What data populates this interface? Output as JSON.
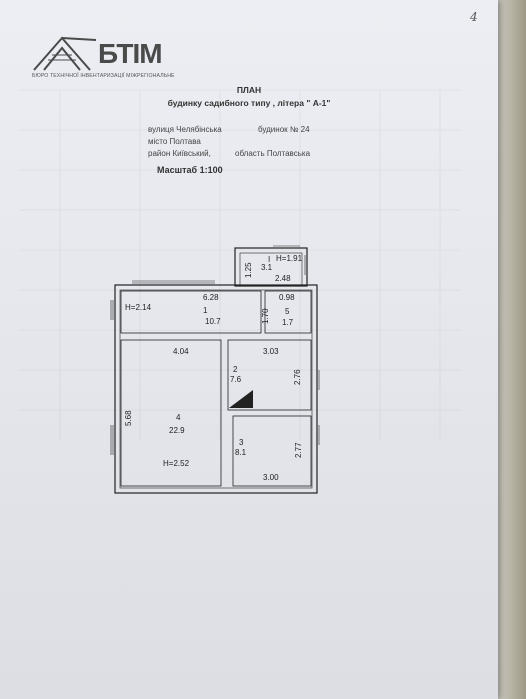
{
  "page_number": "4",
  "logo": {
    "name": "БТІМ",
    "subtitle": "БЮРО ТЕХНІЧНОЇ ІНВЕНТАРИЗАЦІЇ МІЖРЕГІОНАЛЬНЕ"
  },
  "header": {
    "title": "ПЛАН",
    "subtitle": "будинку садибного типу , літера \" А-1\""
  },
  "address": {
    "street": "вулиця Челябінська",
    "building": "будинок № 24",
    "city": "місто Полтава",
    "district": "район Київський,",
    "region": "область Полтавська"
  },
  "scale": "Масштаб 1:100",
  "plan": {
    "rooms": [
      {
        "number": "1",
        "area": "10.7"
      },
      {
        "number": "2",
        "area": "7.6"
      },
      {
        "number": "3",
        "area": "8.1"
      },
      {
        "number": "4",
        "area": "22.9"
      },
      {
        "number": "5",
        "area": "1.7"
      },
      {
        "number": "I",
        "area": "3.1"
      }
    ],
    "dimensions": {
      "room1_width": "6.28",
      "room1_height": "1.70",
      "room4_width": "4.04",
      "room4_height": "5.68",
      "room2_width": "3.03",
      "room2_height": "2.76",
      "room3_width": "3.00",
      "room3_height": "2.77",
      "room5_width": "0.98",
      "roomI_width": "2.48",
      "roomI_height": "1.25"
    },
    "ceiling_heights": {
      "front": "H=2.14",
      "main": "H=2.52",
      "porch": "H=1.91"
    }
  }
}
